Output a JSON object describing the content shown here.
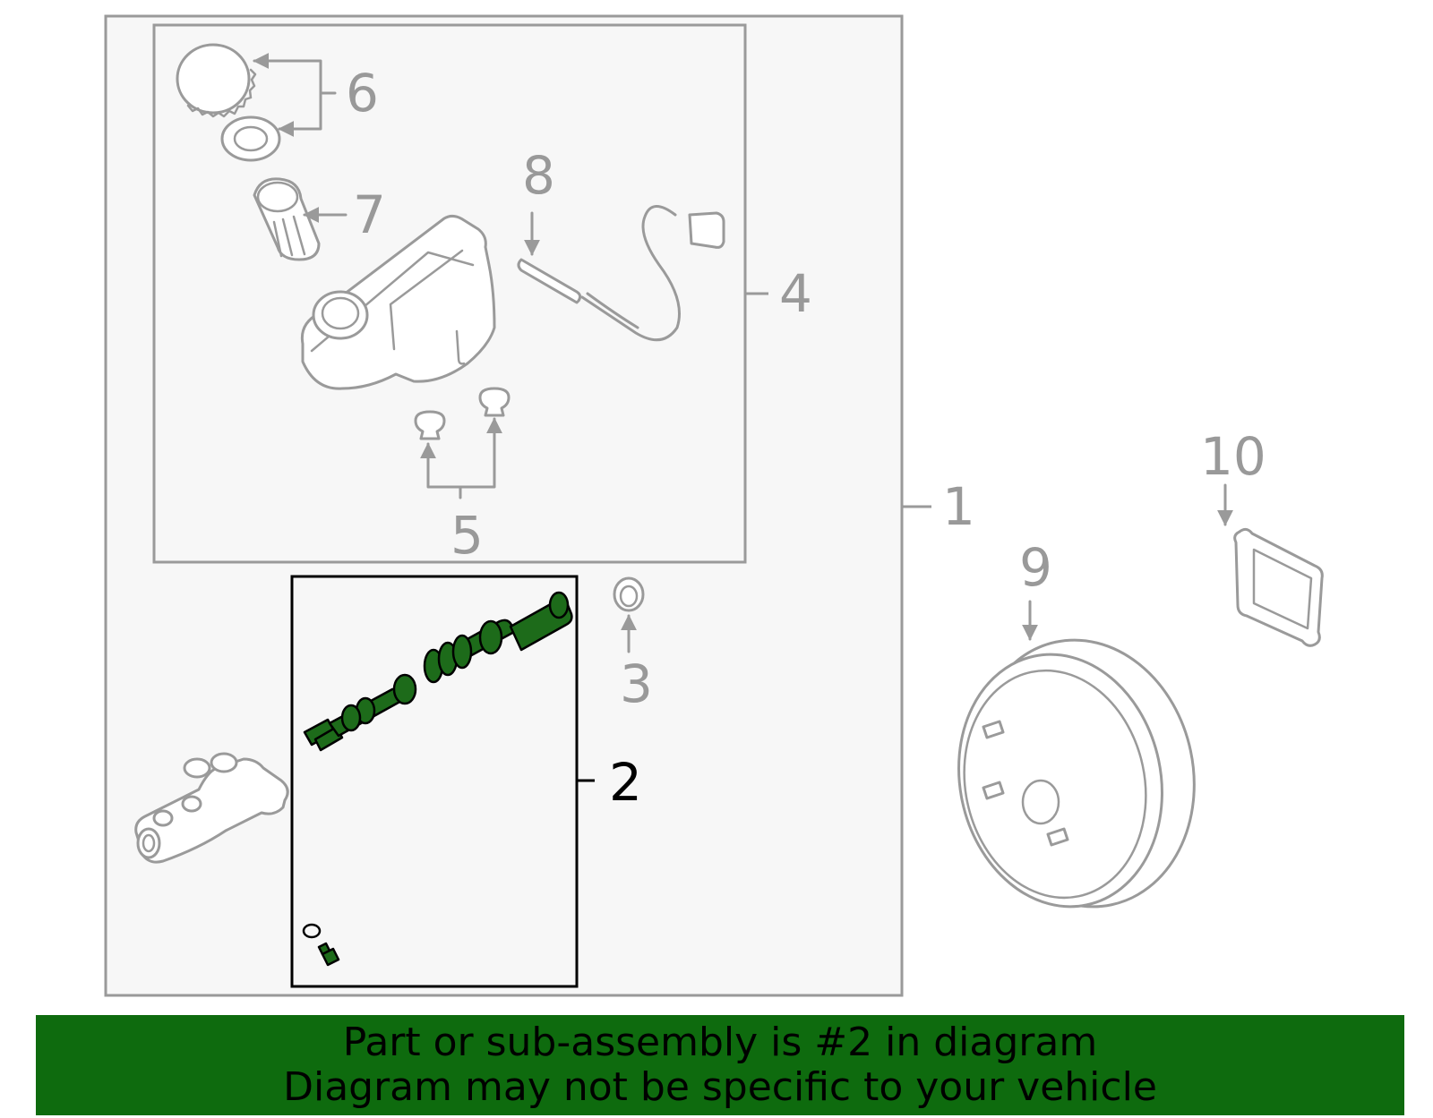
{
  "callouts": {
    "c1": "1",
    "c2": "2",
    "c3": "3",
    "c4": "4",
    "c5": "5",
    "c6": "6",
    "c7": "7",
    "c8": "8",
    "c9": "9",
    "c10": "10"
  },
  "highlight": {
    "callout": "2",
    "color": "#1d6b1a"
  },
  "banner": {
    "line1": "Part or sub-assembly is #2 in diagram",
    "line2": "Diagram may not be specific to your vehicle",
    "background": "#0e6b0e"
  }
}
